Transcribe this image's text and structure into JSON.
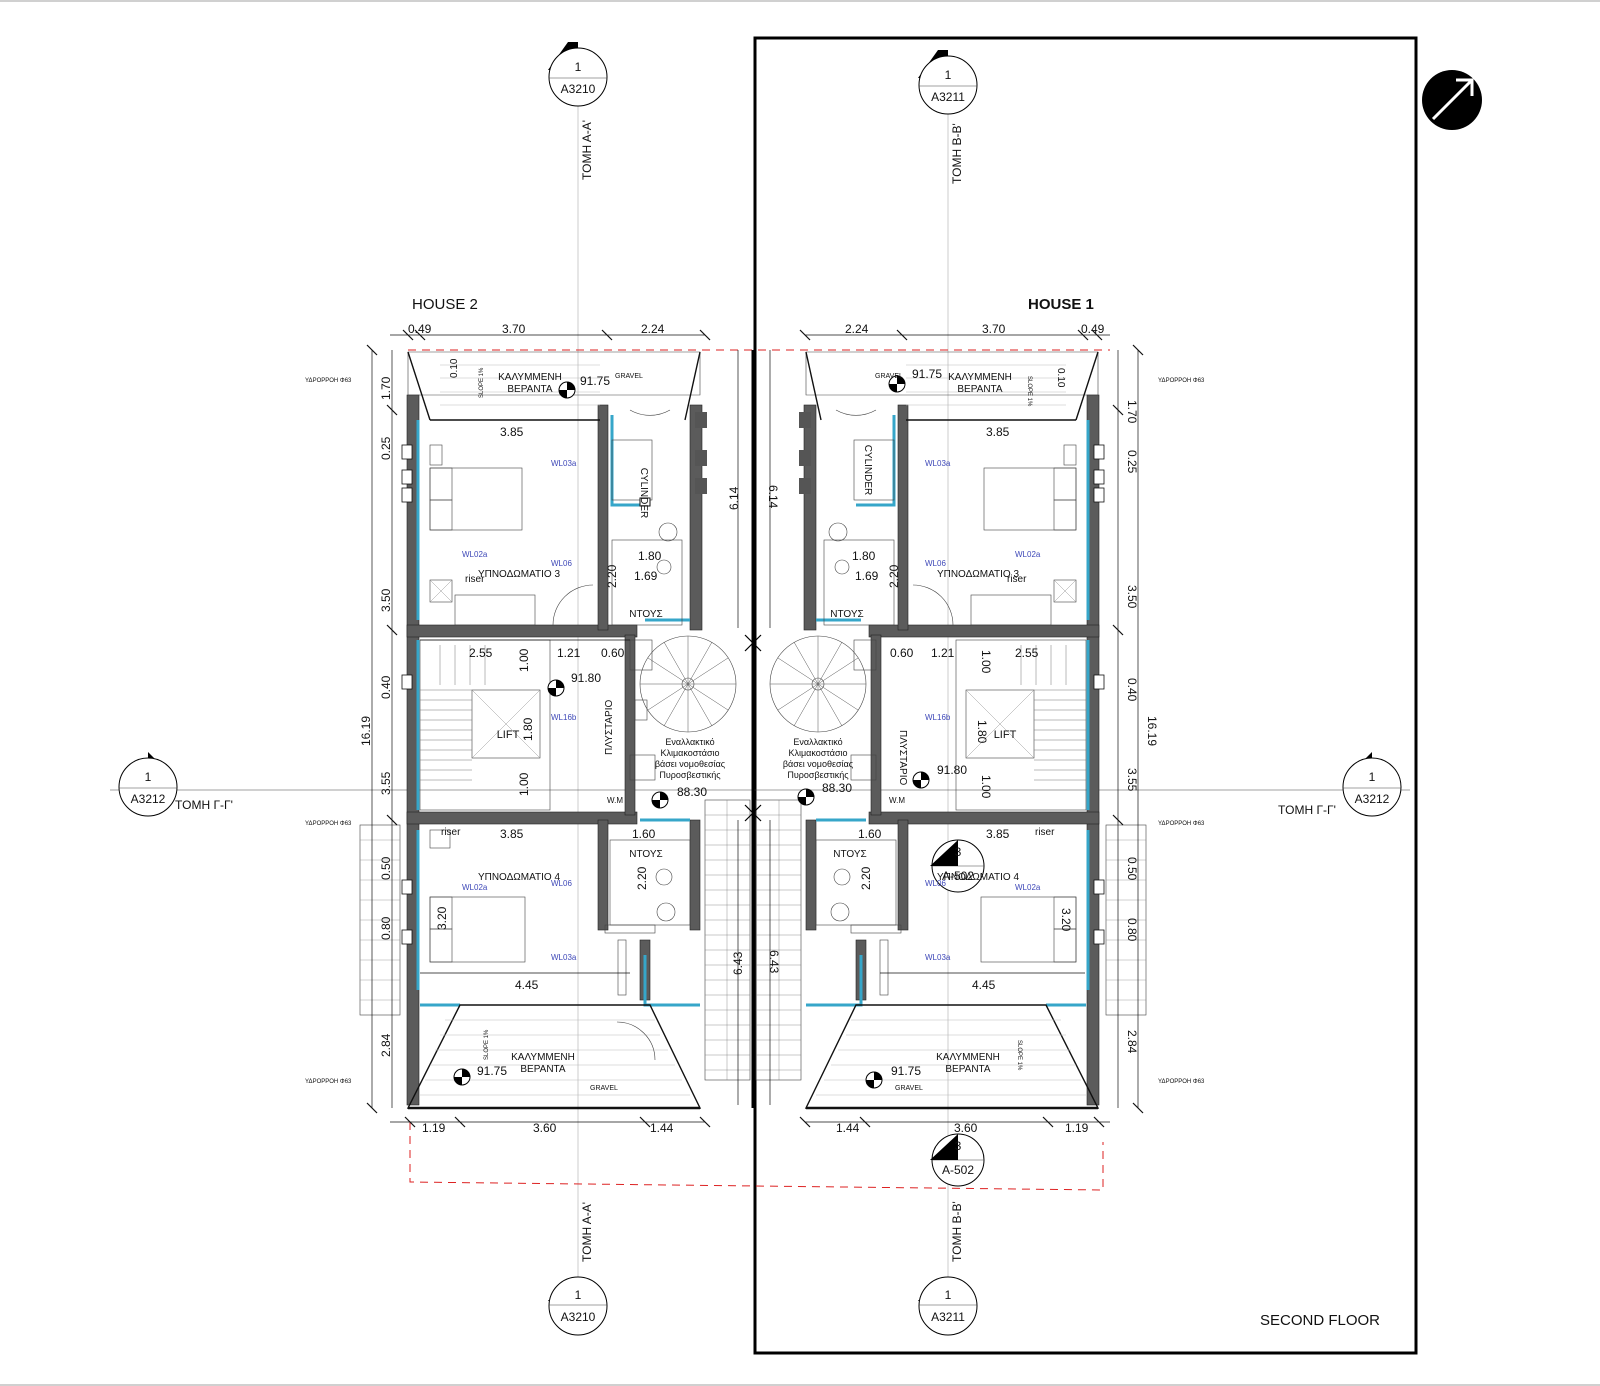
{
  "titles": {
    "house2": "HOUSE 2",
    "house1": "HOUSE 1",
    "floor": "SECOND FLOOR"
  },
  "section_markers": {
    "a_num": "1",
    "a_sheet": "A3210",
    "a_label": "ΤΟΜΗ Α-Α'",
    "b_num": "1",
    "b_sheet": "A3211",
    "b_label": "ΤΟΜΗ Β-Β'",
    "c_num": "1",
    "c_sheet": "A3212",
    "c_label": "ΤΟΜΗ Γ-Γ'",
    "d_num": "3",
    "d_sheet": "A-502"
  },
  "rooms": {
    "veranda_covered": "ΚΑΛΥΜΜΕΝΗ",
    "veranda": "ΒΕΡΑΝΤΑ",
    "bedroom3": "ΥΠΝΟΔΩΜΑΤΙΟ 3",
    "bedroom4": "ΥΠΝΟΔΩΜΑΤΙΟ 4",
    "shower": "ΝΤΟΥΣ",
    "lift": "LIFT",
    "cylinder": "CYLINDER",
    "laundry": "ΠΛΥΣΤΑΡΙΟ",
    "wm": "W.M",
    "riser": "riser",
    "gravel": "GRAVEL",
    "downpipe": "ΥΔΡΟΡΡΟΗ Φ63",
    "slope": "SLOPE 1%",
    "alt_stair_1": "Εναλλακτικό",
    "alt_stair_2": "Κλιμακοστάσιο",
    "alt_stair_3": "βάσει νομοθεσίας",
    "alt_stair_4": "Πυροσβεστικής"
  },
  "levels": {
    "roof": "91.75",
    "landing": "91.80",
    "stair": "88.30"
  },
  "tags": {
    "wl03a": "WL03a",
    "wl02a": "WL02a",
    "wl06": "WL06",
    "wl16b": "WL16b"
  },
  "dims": {
    "d049": "0.49",
    "d370": "3.70",
    "d224": "2.24",
    "d170": "1.70",
    "d385": "3.85",
    "d025": "0.25",
    "d040": "0.40",
    "d350": "3.50",
    "d1619": "16.19",
    "d355": "3.55",
    "d614": "6.14",
    "d180": "1.80",
    "d169": "1.69",
    "d220": "2.20",
    "d255": "2.55",
    "d121": "1.21",
    "d060": "0.60",
    "d100": "1.00",
    "d160": "1.60",
    "d445": "4.45",
    "d320": "3.20",
    "d050": "0.50",
    "d080": "0.80",
    "d284": "2.84",
    "d119": "1.19",
    "d360": "3.60",
    "d144": "1.44",
    "d643": "6.43",
    "d010": "0.10"
  }
}
